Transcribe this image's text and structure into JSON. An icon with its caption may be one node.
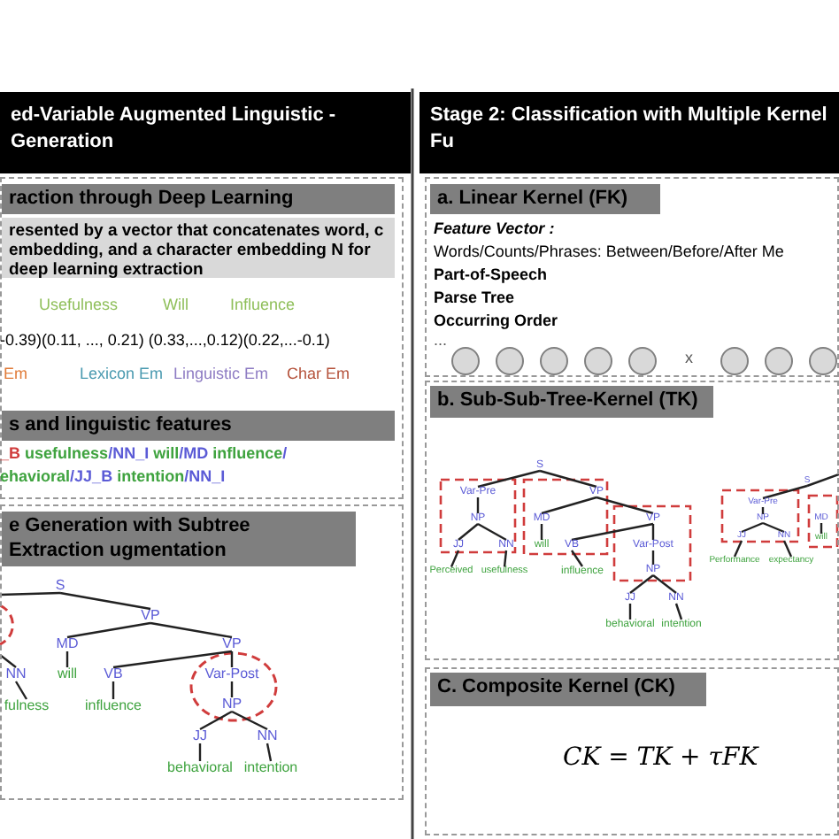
{
  "diagram": {
    "nodes": [
      {
        "text": [
          "ed-Variable Augmented Linguistic - Generation"
        ]
      },
      {
        "text": [
          "Stage 2: Classification with Multiple Kernel Fu"
        ]
      },
      {
        "text": [],
        "shape": "box"
      },
      {
        "text": [
          "resented by a vector that concatenates word, c embedding, and a character embedding N for deep learning extraction"
        ],
        "in": 2
      },
      {
        "text": [
          "s and linguistic features"
        ],
        "in": 2
      },
      {
        "text": [],
        "shape": "box"
      },
      {
        "text": [
          "S"
        ],
        "in": 5
      },
      {
        "text": [
          "VP"
        ],
        "in": 5
      },
      {
        "text": [
          "MD"
        ],
        "in": 5
      },
      {
        "text": [
          "will"
        ],
        "in": 5
      },
      {
        "text": [
          "VP"
        ],
        "in": 5
      },
      {
        "text": [
          "VB"
        ],
        "in": 5
      },
      {
        "text": [
          "influence"
        ],
        "in": 5
      },
      {
        "text": [
          "Var-Post"
        ],
        "in": 5
      },
      {
        "text": [
          "NP"
        ],
        "in": 5
      },
      {
        "text": [
          "JJ"
        ],
        "in": 5
      },
      {
        "text": [
          "NN"
        ],
        "in": 5
      },
      {
        "text": [
          "behavioral"
        ],
        "in": 5
      },
      {
        "text": [
          "intention"
        ],
        "in": 5
      },
      {
        "text": [
          "NN"
        ],
        "in": 5
      },
      {
        "text": [
          "fulness"
        ],
        "in": 5
      },
      {
        "text": [],
        "shape": "box"
      },
      {
        "text": [],
        "shape": "circle",
        "in": 21
      },
      {
        "text": [],
        "shape": "circle",
        "in": 21
      },
      {
        "text": [],
        "shape": "circle",
        "in": 21
      },
      {
        "text": [],
        "shape": "circle",
        "in": 21
      },
      {
        "text": [],
        "shape": "circle",
        "in": 21
      },
      {
        "text": [],
        "shape": "circle",
        "in": 21
      },
      {
        "text": [],
        "shape": "circle",
        "in": 21
      },
      {
        "text": [],
        "shape": "circle",
        "in": 21
      },
      {
        "text": [],
        "shape": "box"
      },
      {
        "text": [
          "S"
        ],
        "in": 30
      },
      {
        "text": [
          "Var-Pre"
        ],
        "in": 30
      },
      {
        "text": [
          "NP"
        ],
        "in": 30
      },
      {
        "text": [
          "JJ"
        ],
        "in": 30
      },
      {
        "text": [
          "NN"
        ],
        "in": 30
      },
      {
        "text": [
          "Perceived"
        ],
        "in": 30
      },
      {
        "text": [
          "usefulness"
        ],
        "in": 30
      },
      {
        "text": [
          "VP"
        ],
        "in": 30
      },
      {
        "text": [
          "MD"
        ],
        "in": 30
      },
      {
        "text": [
          "will"
        ],
        "in": 30
      },
      {
        "text": [
          "VB"
        ],
        "in": 30
      },
      {
        "text": [
          "influence"
        ],
        "in": 30
      },
      {
        "text": [
          "VP"
        ],
        "in": 30
      },
      {
        "text": [
          "Var-Post"
        ],
        "in": 30
      },
      {
        "text": [
          "NP"
        ],
        "in": 30
      },
      {
        "text": [
          "JJ"
        ],
        "in": 30
      },
      {
        "text": [
          "NN"
        ],
        "in": 30
      },
      {
        "text": [
          "behavioral"
        ],
        "in": 30
      },
      {
        "text": [
          "intention"
        ],
        "in": 30
      },
      {
        "text": [
          "S"
        ],
        "in": 30
      },
      {
        "text": [
          "Var-Pre"
        ],
        "in": 30
      },
      {
        "text": [
          "NP"
        ],
        "in": 30
      },
      {
        "text": [
          "JJ"
        ],
        "in": 30
      },
      {
        "text": [
          "NN"
        ],
        "in": 30
      },
      {
        "text": [
          "Performance"
        ],
        "in": 30
      },
      {
        "text": [
          "expectancy"
        ],
        "in": 30
      },
      {
        "text": [
          "MD"
        ],
        "in": 30
      },
      {
        "text": [
          "will"
        ],
        "in": 30
      },
      {
        "text": [],
        "shape": "box"
      },
      {
        "text": [
          "raction through Deep Learning"
        ],
        "in": 2
      },
      {
        "text": [
          "e Generation with Subtree Extraction ugmentation"
        ],
        "in": 5
      },
      {
        "text": [
          "a. Linear Kernel (FK)"
        ],
        "in": 21
      },
      {
        "text": [
          "b. Sub-Sub-Tree-Kernel (TK)"
        ],
        "in": 30
      },
      {
        "text": [
          "C. Composite Kernel (CK)"
        ],
        "in": 59
      }
    ],
    "edges": [
      {
        "from": 6,
        "to": null,
        "arrow": "none"
      },
      {
        "from": 6,
        "to": 7,
        "arrow": "none"
      },
      {
        "from": 7,
        "to": 8,
        "arrow": "none"
      },
      {
        "from": 7,
        "to": 10,
        "arrow": "none"
      },
      {
        "from": 8,
        "to": 9,
        "arrow": "none"
      },
      {
        "from": 10,
        "to": 11,
        "arrow": "none"
      },
      {
        "from": 10,
        "to": 13,
        "arrow": "none"
      },
      {
        "from": 11,
        "to": 12,
        "arrow": "none"
      },
      {
        "from": 13,
        "to": 14,
        "arrow": "none"
      },
      {
        "from": 14,
        "to": 15,
        "arrow": "none"
      },
      {
        "from": 14,
        "to": 16,
        "arrow": "none"
      },
      {
        "from": 15,
        "to": 17,
        "arrow": "none"
      },
      {
        "from": 16,
        "to": 18,
        "arrow": "none"
      },
      {
        "from": null,
        "to": 19,
        "arrow": "none"
      },
      {
        "from": 19,
        "to": 20,
        "arrow": "none"
      },
      {
        "from": 31,
        "to": 32,
        "arrow": "none"
      },
      {
        "from": 31,
        "to": 38,
        "arrow": "none"
      },
      {
        "from": 32,
        "to": 33,
        "arrow": "none"
      },
      {
        "from": 33,
        "to": 34,
        "arrow": "none"
      },
      {
        "from": 33,
        "to": 35,
        "arrow": "none"
      },
      {
        "from": 34,
        "to": 36,
        "arrow": "none"
      },
      {
        "from": 35,
        "to": 37,
        "arrow": "none"
      },
      {
        "from": 38,
        "to": 39,
        "arrow": "none"
      },
      {
        "from": 38,
        "to": 43,
        "arrow": "none"
      },
      {
        "from": 39,
        "to": 40,
        "arrow": "none"
      },
      {
        "from": 43,
        "to": 41,
        "arrow": "none"
      },
      {
        "from": 43,
        "to": 44,
        "arrow": "none"
      },
      {
        "from": 41,
        "to": 42,
        "arrow": "none"
      },
      {
        "from": 44,
        "to": 45,
        "arrow": "none"
      },
      {
        "from": 45,
        "to": 46,
        "arrow": "none"
      },
      {
        "from": 45,
        "to": 47,
        "arrow": "none"
      },
      {
        "from": 46,
        "to": 48,
        "arrow": "none"
      },
      {
        "from": 47,
        "to": 49,
        "arrow": "none"
      },
      {
        "from": 50,
        "to": 51,
        "arrow": "none"
      },
      {
        "from": 50,
        "to": null,
        "arrow": "none"
      },
      {
        "from": 51,
        "to": 52,
        "arrow": "none"
      },
      {
        "from": 52,
        "to": 53,
        "arrow": "none"
      },
      {
        "from": 52,
        "to": 54,
        "arrow": "none"
      },
      {
        "from": 53,
        "to": 55,
        "arrow": "none"
      },
      {
        "from": 54,
        "to": 56,
        "arrow": "none"
      },
      {
        "from": 57,
        "to": 58,
        "arrow": "none"
      }
    ],
    "labels": [
      "Usefulness",
      "Will",
      "Influence",
      "-0.39)(0.11, ..., 0.21) (0.33,...,0.12)(0.22,...-0.1)",
      "Em",
      "Lexicon Em",
      "Linguistic Em",
      "Char Em",
      "_B usefulness/NN_I will/MD influence/",
      "ehavioral/JJ_B intention/NN_I",
      "x",
      "Feature Vector :",
      "Words/Counts/Phrases: Between/Before/After Me",
      "Part-of-Speech",
      "Parse Tree",
      "Occurring Order",
      "...",
      "CK = TK + τFK"
    ]
  }
}
